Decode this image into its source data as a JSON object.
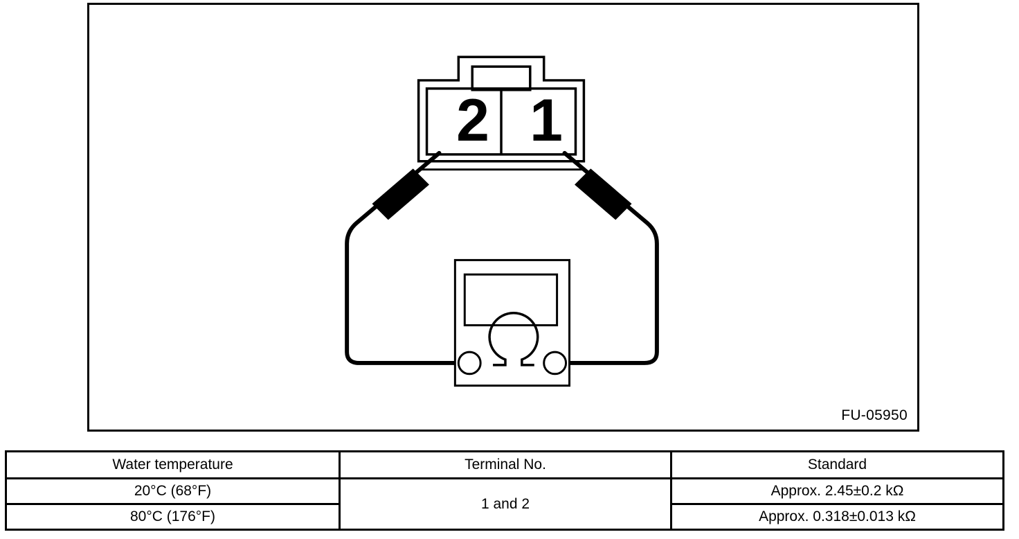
{
  "figure": {
    "reference_code": "FU-05950",
    "connector": {
      "name": "2-pin connector",
      "terminals": [
        {
          "label": "2",
          "position": "left"
        },
        {
          "label": "1",
          "position": "right"
        }
      ]
    },
    "instrument": {
      "name": "ohmmeter",
      "symbol": "Ω",
      "probes": 2,
      "jacks": 2
    }
  },
  "table": {
    "columns": [
      {
        "key": "water_temperature",
        "header": "Water temperature"
      },
      {
        "key": "terminal_no",
        "header": "Terminal No."
      },
      {
        "key": "standard",
        "header": "Standard"
      }
    ],
    "terminal_no_value": "1 and 2",
    "rows": [
      {
        "water_temperature": "20°C (68°F)",
        "standard": "Approx. 2.45±0.2 kΩ"
      },
      {
        "water_temperature": "80°C (176°F)",
        "standard": "Approx. 0.318±0.013 kΩ"
      }
    ]
  },
  "colors": {
    "ink": "#000000",
    "paper": "#ffffff"
  }
}
